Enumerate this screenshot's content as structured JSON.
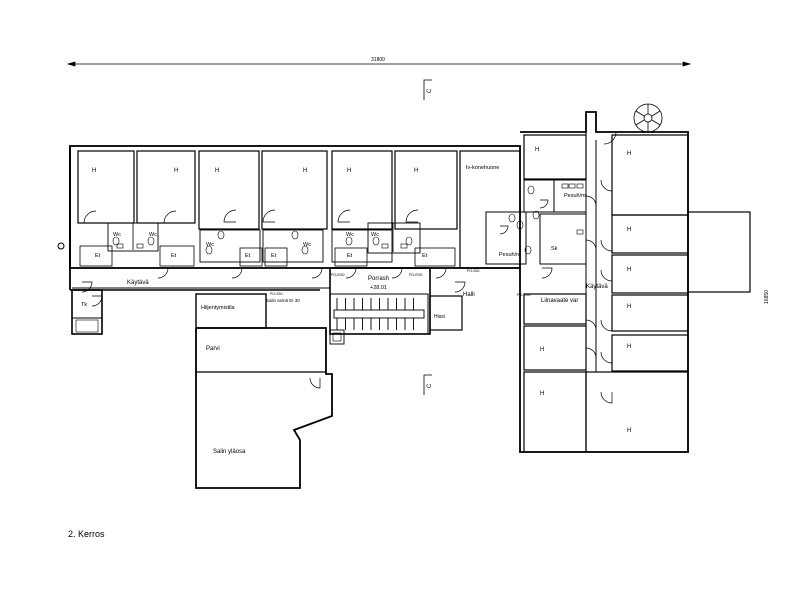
{
  "drawing": {
    "overall_width": "31800",
    "overall_depth": "16850",
    "section_marks": [
      "C",
      "C"
    ],
    "floor_title": "2. Kerros"
  },
  "rooms": {
    "h": "H",
    "wc": "Wc",
    "et": "Et",
    "tk": "Tk",
    "sk": "Sk",
    "kaytava_west": "Käytävä",
    "kaytava_east": "Käytävä",
    "hiljentymistila": "Hiljentymistila",
    "parvi": "Parvi",
    "salin_ylaosa": "Salin yläosa",
    "porrash": "Porrash",
    "porrash_level": "+28.01",
    "halli": "Halli",
    "hissi": "Hissi",
    "iv_konehuone": "Iv-konehuone",
    "pesuh_m": "Pesuh/m",
    "pesuh_n": "Pesuh/n",
    "liinavaatevar": "Liinavaate var",
    "salin_seina": "Salin seinä EI 30"
  },
  "fire_doors": [
    "PO-EI30",
    "PO-S30",
    "PO-EI30",
    "PO-S30",
    "PO-EI30"
  ]
}
